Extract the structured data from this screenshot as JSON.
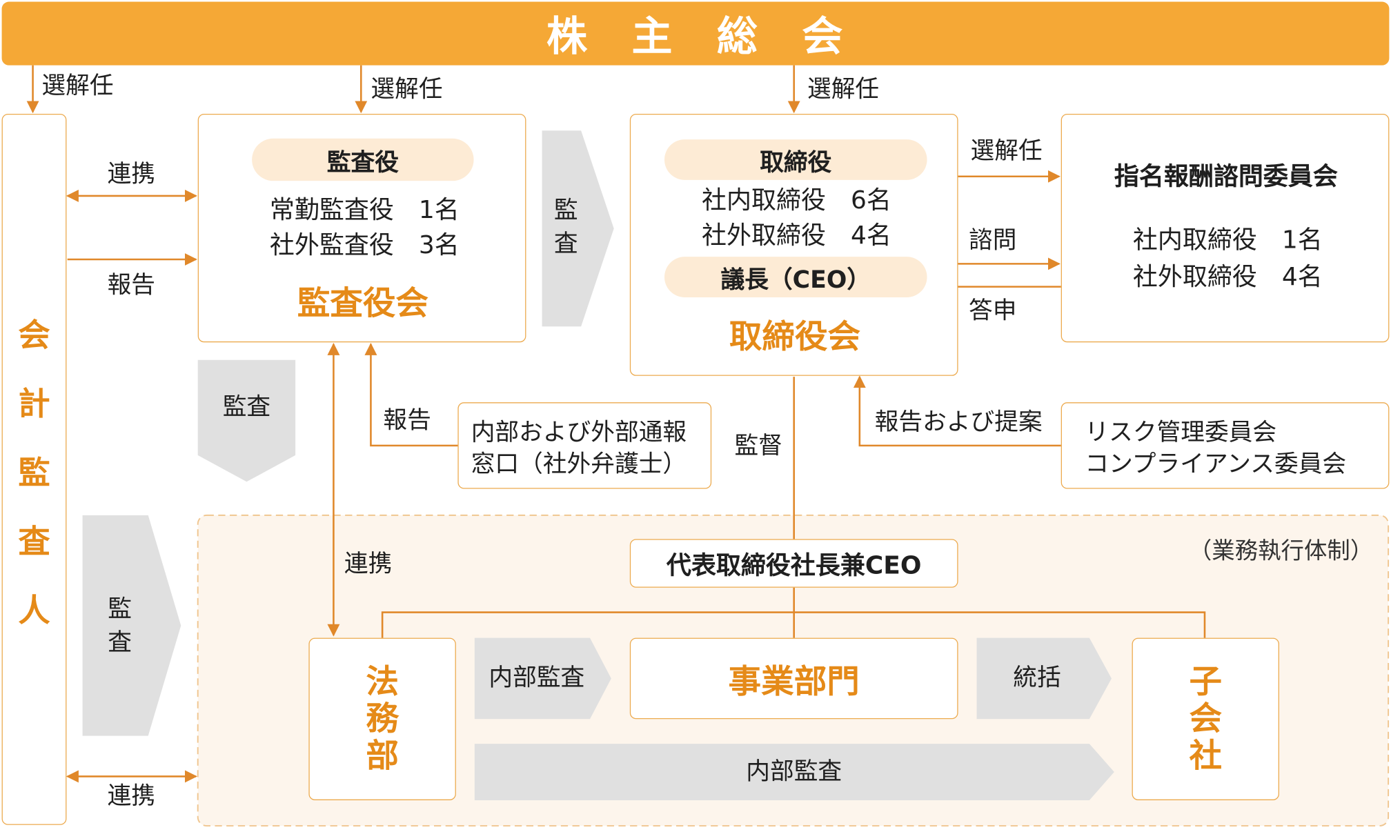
{
  "colors": {
    "accent": "#f5a836",
    "line": "#e0882a",
    "title_text": "#e58a18",
    "pill_bg": "#fdebd5",
    "gray_arrow": "#e0e0e0",
    "exec_bg": "#fdf5ec"
  },
  "shareholders": {
    "title": "株　主　総　会"
  },
  "appoint_label": "選解任",
  "auditor": {
    "title": "会計監査人",
    "chars": [
      "会",
      "計",
      "監",
      "査",
      "人"
    ]
  },
  "audit_board": {
    "pill": "監査役",
    "line1": "常勤監査役　1名",
    "line2": "社外監査役　3名",
    "title": "監査役会"
  },
  "board": {
    "pill": "取締役",
    "line1": "社内取締役　6名",
    "line2": "社外取締役　4名",
    "chair_pill": "議長（CEO）",
    "title": "取締役会"
  },
  "nomination": {
    "title": "指名報酬諮問委員会",
    "line1": "社内取締役　1名",
    "line2": "社外取締役　4名"
  },
  "labels": {
    "renkei": "連携",
    "houkoku": "報告",
    "kansa": "監査",
    "kansa_v": [
      "監",
      "査"
    ],
    "shimon": "諮問",
    "toushin": "答申",
    "kantoku": "監督",
    "report_proposal": "報告および提案",
    "exec_system": "（業務執行体制）"
  },
  "whistle": {
    "line1": "内部および外部通報",
    "line2": "窓口（社外弁護士）"
  },
  "risk": {
    "line1": "リスク管理委員会",
    "line2": "コンプライアンス委員会"
  },
  "ceo": {
    "title": "代表取締役社長兼CEO"
  },
  "legal": {
    "chars": [
      "法",
      "務",
      "部"
    ]
  },
  "business": {
    "title": "事業部門"
  },
  "subsidiary": {
    "chars": [
      "子",
      "会",
      "社"
    ]
  },
  "internal_audit": {
    "small": "内部監査",
    "wide": "内部監査"
  },
  "oversee": "統括"
}
